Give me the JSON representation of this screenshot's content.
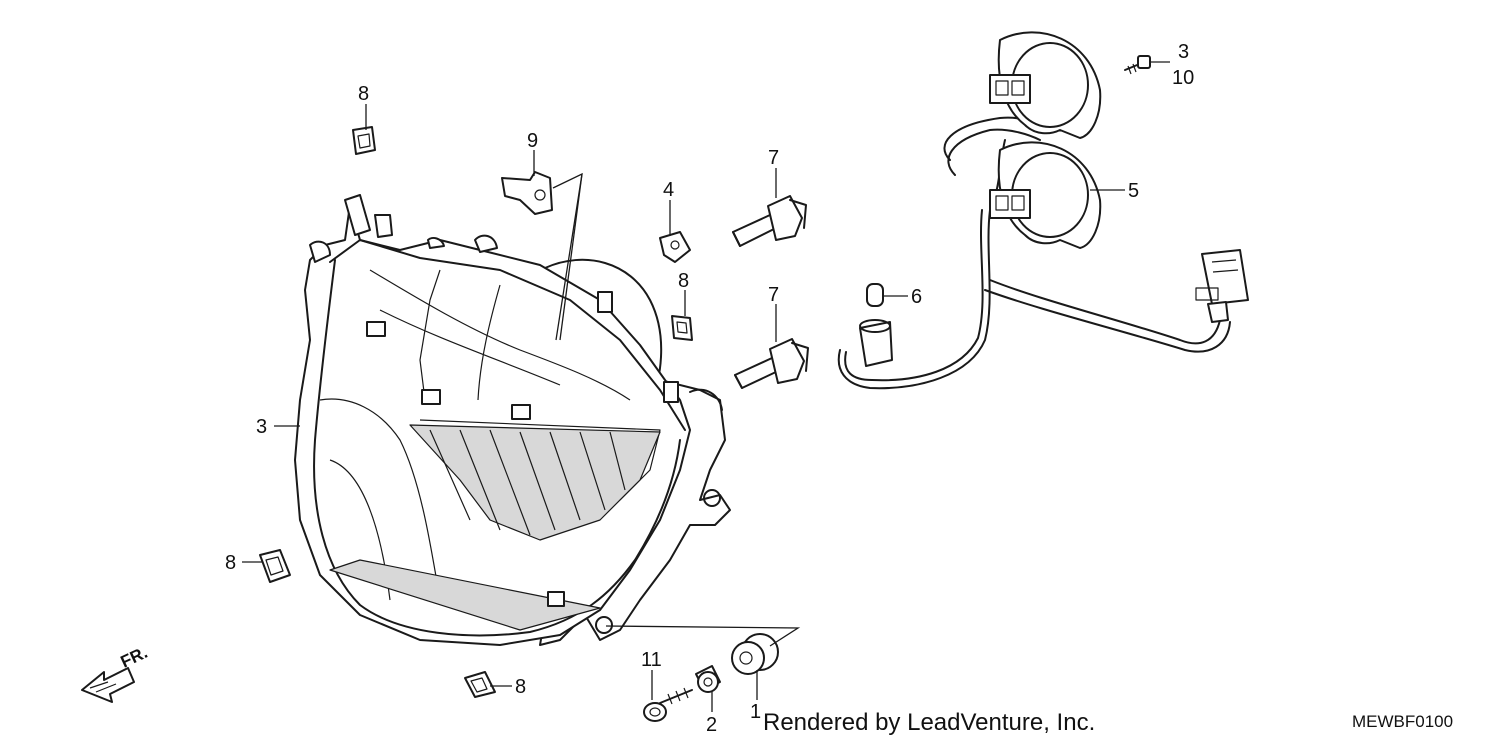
{
  "diagram": {
    "callouts": [
      {
        "id": "c8a",
        "label": "8"
      },
      {
        "id": "c9",
        "label": "9"
      },
      {
        "id": "c7a",
        "label": "7"
      },
      {
        "id": "c4",
        "label": "4"
      },
      {
        "id": "c8b",
        "label": "8"
      },
      {
        "id": "c7b",
        "label": "7"
      },
      {
        "id": "c6",
        "label": "6"
      },
      {
        "id": "c3a",
        "label": "3"
      },
      {
        "id": "c10",
        "label": "10"
      },
      {
        "id": "c5",
        "label": "5"
      },
      {
        "id": "c3b",
        "label": "3"
      },
      {
        "id": "c8c",
        "label": "8"
      },
      {
        "id": "c8d",
        "label": "8"
      },
      {
        "id": "c11",
        "label": "11"
      },
      {
        "id": "c2",
        "label": "2"
      },
      {
        "id": "c1",
        "label": "1"
      }
    ],
    "direction_label": "FR.",
    "credit": "Rendered by LeadVenture, Inc.",
    "diagram_code": "MEWBF0100"
  }
}
